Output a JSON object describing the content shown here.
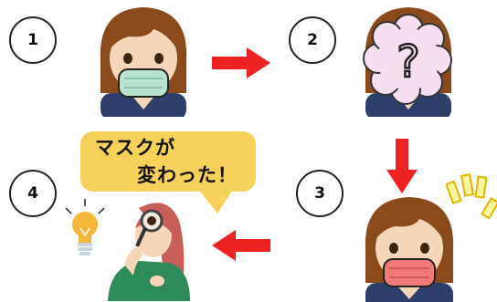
{
  "steps": {
    "step1": "1",
    "step2": "2",
    "step3": "3",
    "step4": "4"
  },
  "speech_bubble": {
    "line1": "マスクが",
    "line2": "変わった！"
  },
  "icons": {
    "question": "?"
  },
  "colors": {
    "arrow": "#ee2222",
    "bubble": "#f7d25a",
    "mask_green": "#b8e3cf",
    "mask_red": "#f07a78",
    "hair": "#8a4a1c",
    "skin": "#f5d6b8",
    "shirt_green": "#2f8a5a",
    "bulb": "#f4b73b",
    "cloud": "#f7dff0"
  }
}
